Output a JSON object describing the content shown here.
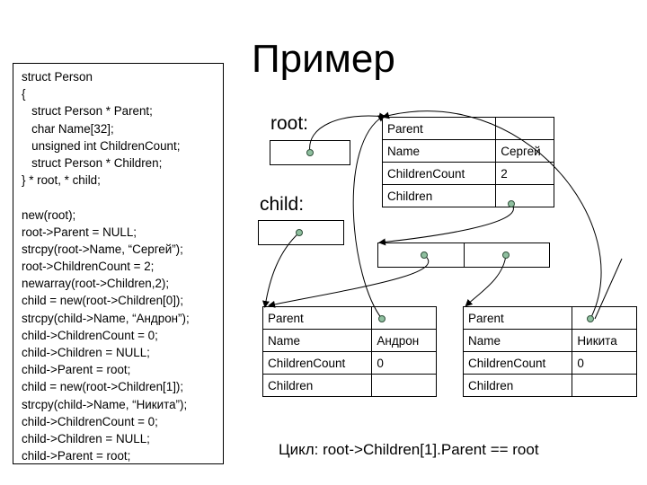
{
  "title": "Пример",
  "code_lines": [
    "struct Person",
    "{",
    "   struct Person * Parent;",
    "   char Name[32];",
    "   unsigned int ChildrenCount;",
    "   struct Person * Children;",
    "} * root, * child;",
    "",
    "new(root);",
    "root->Parent = NULL;",
    "strcpy(root->Name, “Сергей”);",
    "root->ChildrenCount = 2;",
    "newarray(root->Children,2);",
    "child = new(root->Children[0]);",
    "strcpy(child->Name, “Андрон”);",
    "child->ChildrenCount = 0;",
    "child->Children = NULL;",
    "child->Parent = root;",
    "child = new(root->Children[1]);",
    "strcpy(child->Name, “Никита”);",
    "child->ChildrenCount = 0;",
    "child->Children = NULL;",
    "child->Parent = root;"
  ],
  "labels": {
    "root": "root:",
    "child": "child:"
  },
  "records": {
    "root": {
      "parent_label": "Parent",
      "name_label": "Name",
      "name_value": "Сергей",
      "count_label": "ChildrenCount",
      "count_value": "2",
      "children_label": "Children"
    },
    "andron": {
      "parent_label": "Parent",
      "name_label": "Name",
      "name_value": "Андрон",
      "count_label": "ChildrenCount",
      "count_value": "0",
      "children_label": "Children"
    },
    "nikita": {
      "parent_label": "Parent",
      "name_label": "Name",
      "name_value": "Никита",
      "count_label": "ChildrenCount",
      "count_value": "0",
      "children_label": "Children"
    }
  },
  "caption": "Цикл: root->Children[1].Parent == root"
}
